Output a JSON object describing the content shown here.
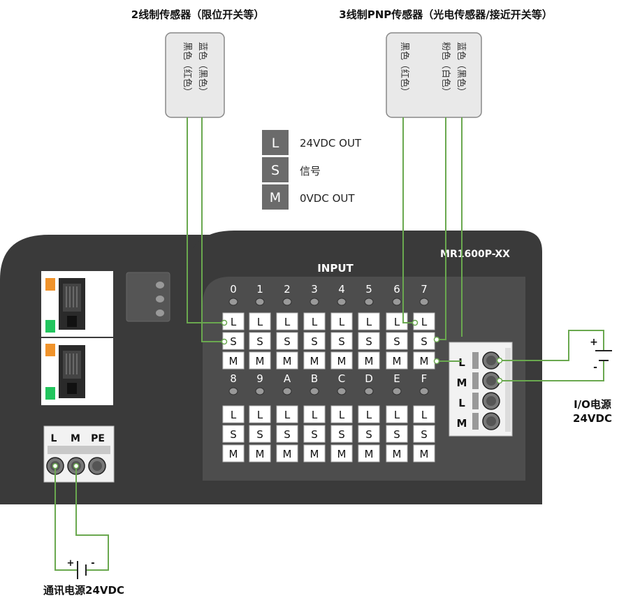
{
  "labels": {
    "sensor2_title": "2线制传感器（限位开关等）",
    "sensor3_title": "3线制PNP传感器（光电传感器/接近开关等）",
    "model": "MR1600P-XX",
    "input_title": "INPUT",
    "io_power": "I/O电源",
    "io_power_v": "24VDC",
    "comm_power": "通讯电源24VDC",
    "plus": "+",
    "minus": "-"
  },
  "sensor2": {
    "wire_left": "黑色（红色）",
    "wire_right": "蓝色（黑色）"
  },
  "sensor3": {
    "wire_left": "黑色（红色）",
    "wire_right_a": "粉色（白色）",
    "wire_right_b": "蓝色（黑色）"
  },
  "legend": [
    {
      "key": "L",
      "text": "24VDC OUT"
    },
    {
      "key": "S",
      "text": "信号"
    },
    {
      "key": "M",
      "text": "0VDC OUT"
    }
  ],
  "channels_top": [
    "0",
    "1",
    "2",
    "3",
    "4",
    "5",
    "6",
    "7"
  ],
  "channels_bottom": [
    "8",
    "9",
    "A",
    "B",
    "C",
    "D",
    "E",
    "F"
  ],
  "cell_letters": [
    "L",
    "S",
    "M"
  ],
  "io_terminal": [
    "L",
    "M",
    "L",
    "M"
  ],
  "power_terminal": [
    "L",
    "M",
    "PE"
  ],
  "colors": {
    "wire": "#6aa84f",
    "module": "#3a3a3a",
    "panel": "#4d4d4d",
    "legend_box": "#6b6b6b"
  }
}
